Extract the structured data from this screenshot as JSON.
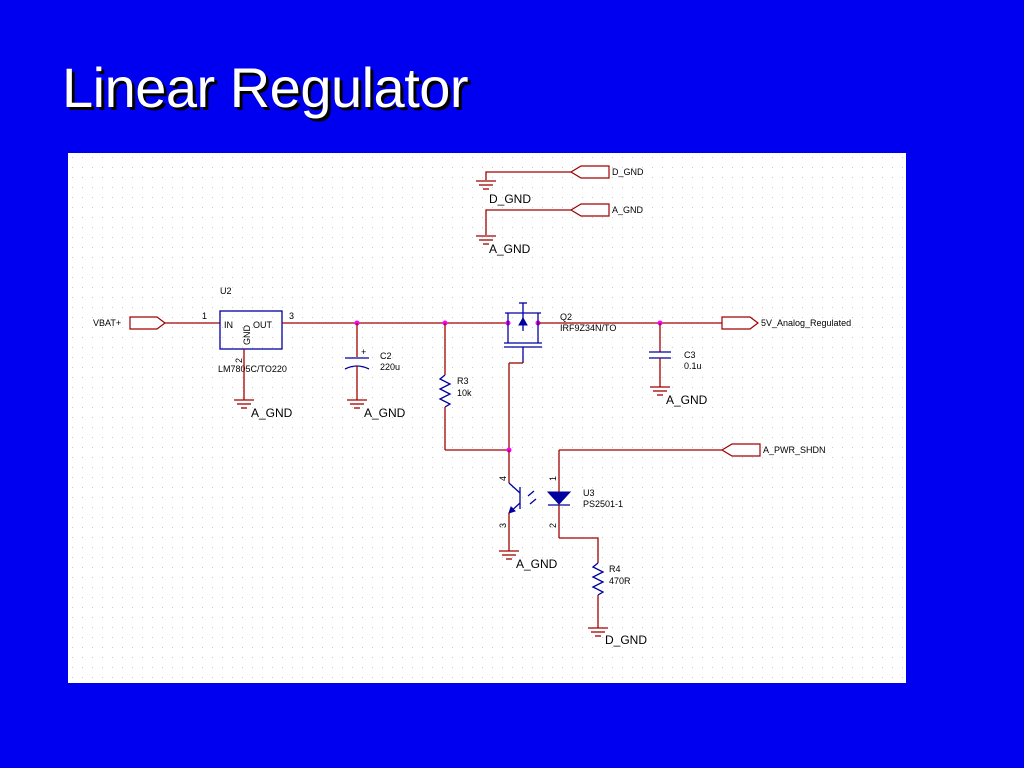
{
  "slide": {
    "title": "Linear Regulator"
  },
  "ports": {
    "d_gnd": "D_GND",
    "a_gnd": "A_GND",
    "vbat": "VBAT+",
    "out_5v": "5V_Analog_Regulated",
    "pwr_shdn": "A_PWR_SHDN"
  },
  "grounds": {
    "top_d": "D_GND",
    "top_a": "A_GND",
    "u2": "A_GND",
    "c2": "A_GND",
    "c3": "A_GND",
    "u3_phototransistor": "A_GND",
    "r4": "D_GND"
  },
  "u2": {
    "ref": "U2",
    "part": "LM7805C/TO220",
    "pin_in": "IN",
    "pin_out": "OUT",
    "pin_gnd": "GND",
    "pin1": "1",
    "pin2": "2",
    "pin3": "3"
  },
  "c2": {
    "ref": "C2",
    "value": "220u",
    "polarity": "+"
  },
  "c3": {
    "ref": "C3",
    "value": "0.1u"
  },
  "r3": {
    "ref": "R3",
    "value": "10k"
  },
  "r4": {
    "ref": "R4",
    "value": "470R"
  },
  "q2": {
    "ref": "Q2",
    "part": "IRF9Z34N/TO"
  },
  "u3": {
    "ref": "U3",
    "part": "PS2501-1",
    "pin1": "1",
    "pin2": "2",
    "pin3": "3",
    "pin4": "4"
  },
  "colors": {
    "background": "#0000f0",
    "wire": "#a00000",
    "part": "#0000a0",
    "junction": "#ff00ff",
    "grid_dot": "#c8c8c8"
  }
}
